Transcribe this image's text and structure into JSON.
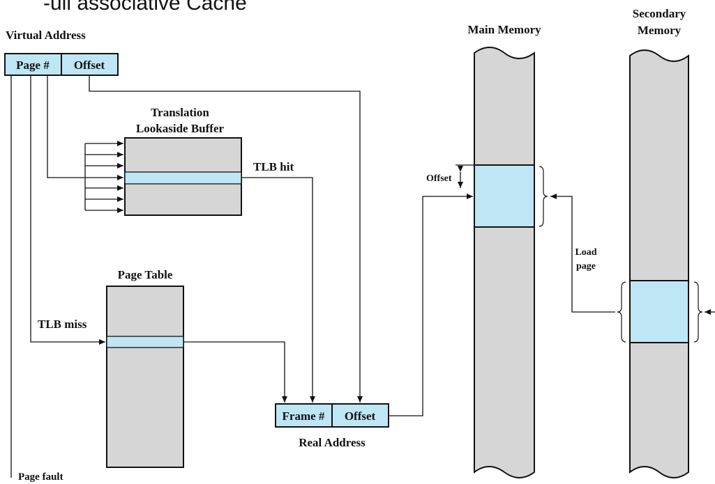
{
  "header": {
    "partial_title": "-ull associative Cache"
  },
  "virtual_address": {
    "title": "Virtual Address",
    "page_field": "Page #",
    "offset_field": "Offset"
  },
  "tlb": {
    "title_line1": "Translation",
    "title_line2": "Lookaside Buffer",
    "hit_label": "TLB hit",
    "miss_label": "TLB miss"
  },
  "page_table": {
    "title": "Page Table"
  },
  "real_address": {
    "title": "Real Address",
    "frame_field": "Frame #",
    "offset_field": "Offset"
  },
  "main_memory": {
    "title": "Main Memory",
    "offset_label": "Offset"
  },
  "secondary_memory": {
    "title_line1": "Secondary",
    "title_line2": "Memory"
  },
  "load_page": {
    "line1": "Load",
    "line2": "page"
  },
  "page_fault": {
    "label": "Page fault"
  },
  "colors": {
    "highlight": "#bfe6f5",
    "memory_gray": "#d6d6d6",
    "stroke": "#111111"
  }
}
